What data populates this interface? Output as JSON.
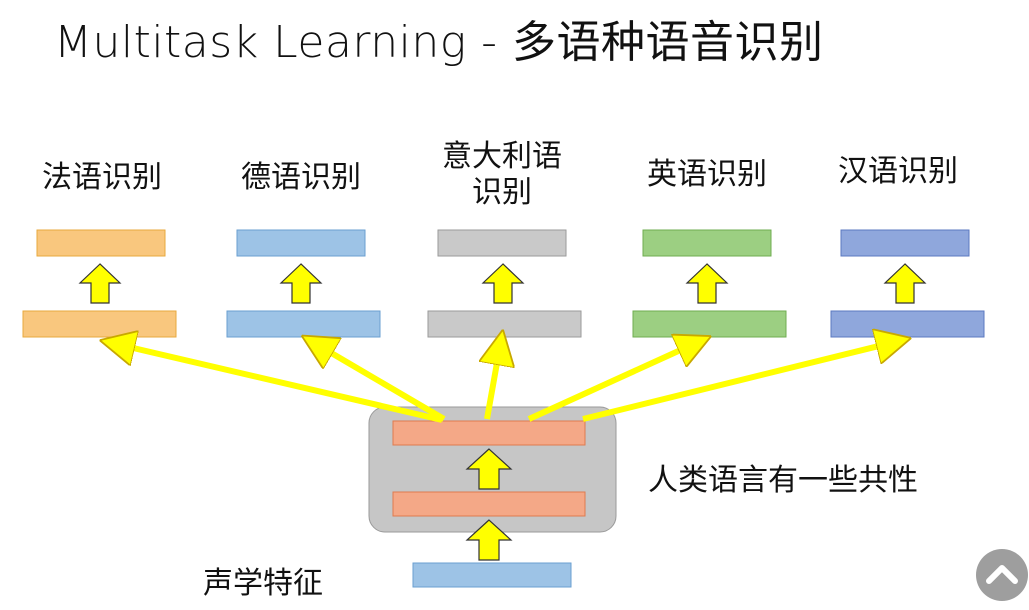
{
  "title": "Multitask Learning - 多语种语音识别",
  "tasks": [
    {
      "label_lines": [
        "法语识别"
      ],
      "color": "#f9c77e"
    },
    {
      "label_lines": [
        "德语识别"
      ],
      "color": "#9dc3e6"
    },
    {
      "label_lines": [
        "意大利语",
        "识别"
      ],
      "color": "#c9c9c9"
    },
    {
      "label_lines": [
        "英语识别"
      ],
      "color": "#9ccf82"
    },
    {
      "label_lines": [
        "汉语识别"
      ],
      "color": "#8fa7dc"
    }
  ],
  "shared_note": "人类语言有一些共性",
  "input_label": "声学特征",
  "colors": {
    "arrow": "#ffff00",
    "shared_layer": "#f4a887",
    "shared_box": "#c6c6c6",
    "input_layer": "#9dc3e6"
  },
  "nav_icon": "chevron-up-icon"
}
